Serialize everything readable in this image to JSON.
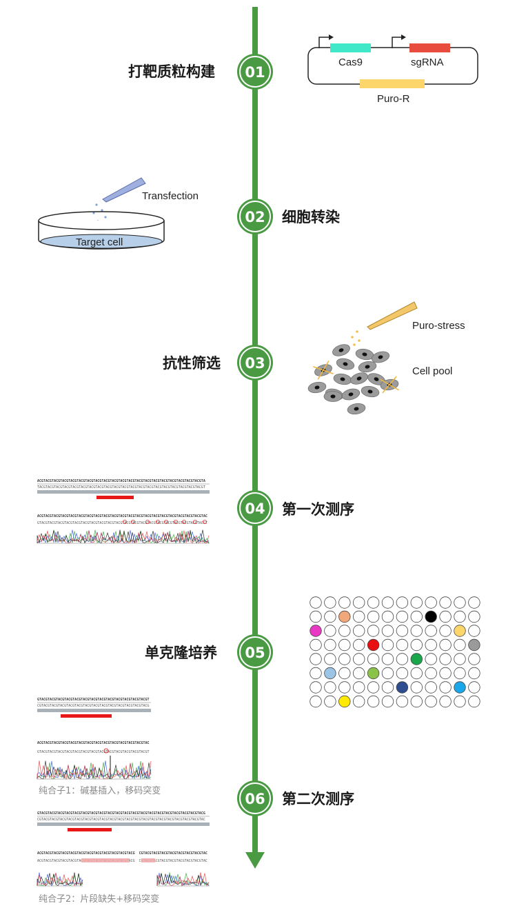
{
  "steps": [
    {
      "num": "01",
      "title": "打靶质粒构建"
    },
    {
      "num": "02",
      "title": "细胞转染"
    },
    {
      "num": "03",
      "title": "抗性筛选"
    },
    {
      "num": "04",
      "title": "第一次测序"
    },
    {
      "num": "05",
      "title": "单克隆培养"
    },
    {
      "num": "06",
      "title": "第二次测序"
    }
  ],
  "plasmid": {
    "cas9": "Cas9",
    "sgrna": "sgRNA",
    "puro": "Puro-R"
  },
  "transfection": {
    "label": "Transfection",
    "dish": "Target cell"
  },
  "screening": {
    "stress": "Puro-stress",
    "pool": "Cell pool"
  },
  "sequencing": {
    "caption1": "纯合子1：碱基插入，移码突变",
    "caption2": "纯合子2：片段缺失+移码突变"
  },
  "colors": {
    "timeline": "#4a9a44",
    "cas9": "#3ee8c8",
    "sgrna": "#e84c3d",
    "puro": "#fcd66b",
    "pipette": "#f4c76a"
  },
  "plate_colored_wells": [
    {
      "row": 1,
      "col": 2,
      "color": "#f0a77a"
    },
    {
      "row": 1,
      "col": 8,
      "color": "#000000"
    },
    {
      "row": 2,
      "col": 0,
      "color": "#e838c4"
    },
    {
      "row": 2,
      "col": 10,
      "color": "#fcd66b"
    },
    {
      "row": 3,
      "col": 4,
      "color": "#e81010"
    },
    {
      "row": 3,
      "col": 11,
      "color": "#9a9a9a"
    },
    {
      "row": 4,
      "col": 7,
      "color": "#1aa64a"
    },
    {
      "row": 5,
      "col": 1,
      "color": "#9cc4e6"
    },
    {
      "row": 5,
      "col": 4,
      "color": "#8bc34a"
    },
    {
      "row": 6,
      "col": 6,
      "color": "#2e4d8f"
    },
    {
      "row": 6,
      "col": 10,
      "color": "#1aa6e8"
    },
    {
      "row": 7,
      "col": 2,
      "color": "#ffea00"
    }
  ]
}
